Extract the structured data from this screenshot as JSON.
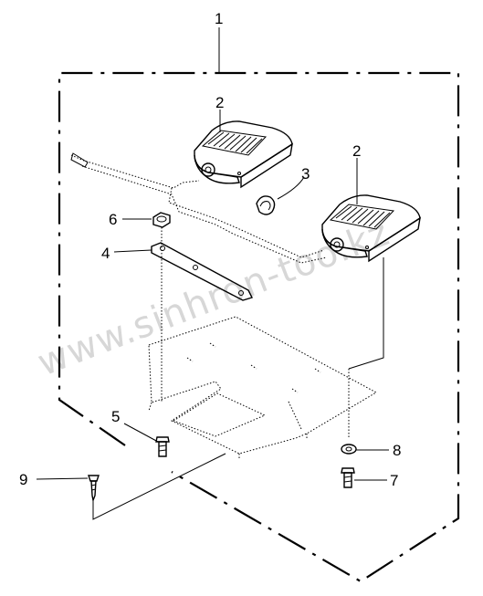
{
  "callouts": {
    "c1": "1",
    "c2a": "2",
    "c2b": "2",
    "c3": "3",
    "c4": "4",
    "c5": "5",
    "c6": "6",
    "c7": "7",
    "c8": "8",
    "c9": "9"
  },
  "watermark": "www.sinhron-too.kz"
}
